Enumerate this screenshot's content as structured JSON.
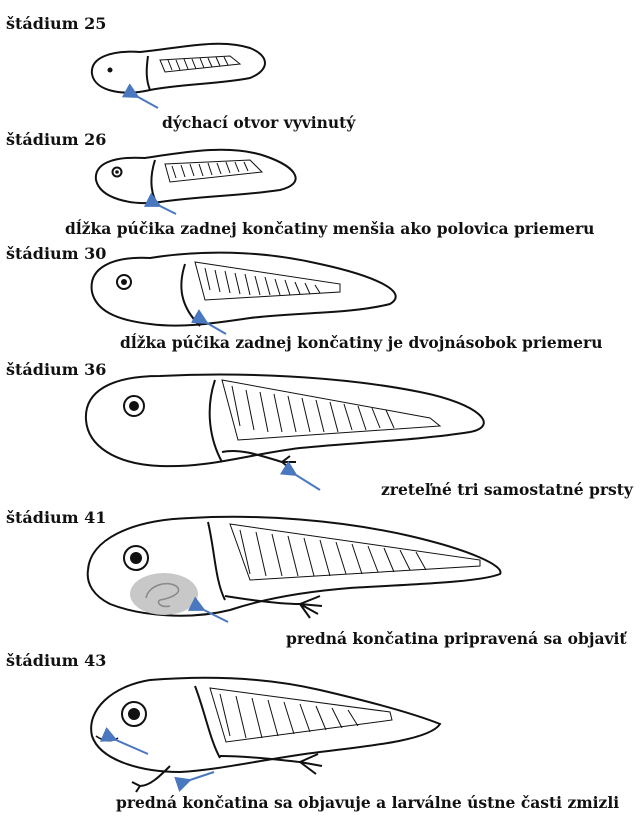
{
  "stages": [
    {
      "title": "štádium 25",
      "caption": "dýchací otvor vyvinutý"
    },
    {
      "title": "štádium 26",
      "caption": "dĺžka púčika zadnej končatiny menšia ako polovica priemeru"
    },
    {
      "title": "štádium 30",
      "caption": "dĺžka púčika zadnej končatiny je dvojnásobok priemeru"
    },
    {
      "title": "štádium 36",
      "caption": "zreteľné tri samostatné prsty"
    },
    {
      "title": "štádium 41",
      "caption": "predná končatina pripravená sa objaviť"
    },
    {
      "title": "štádium 43",
      "caption": "predná končatina sa objavuje  a larválne ústne časti zmizli"
    }
  ],
  "colors": {
    "outline": "#111111",
    "arrow": "#4a78c0",
    "forelimb_shade": "#c8c8c8"
  }
}
